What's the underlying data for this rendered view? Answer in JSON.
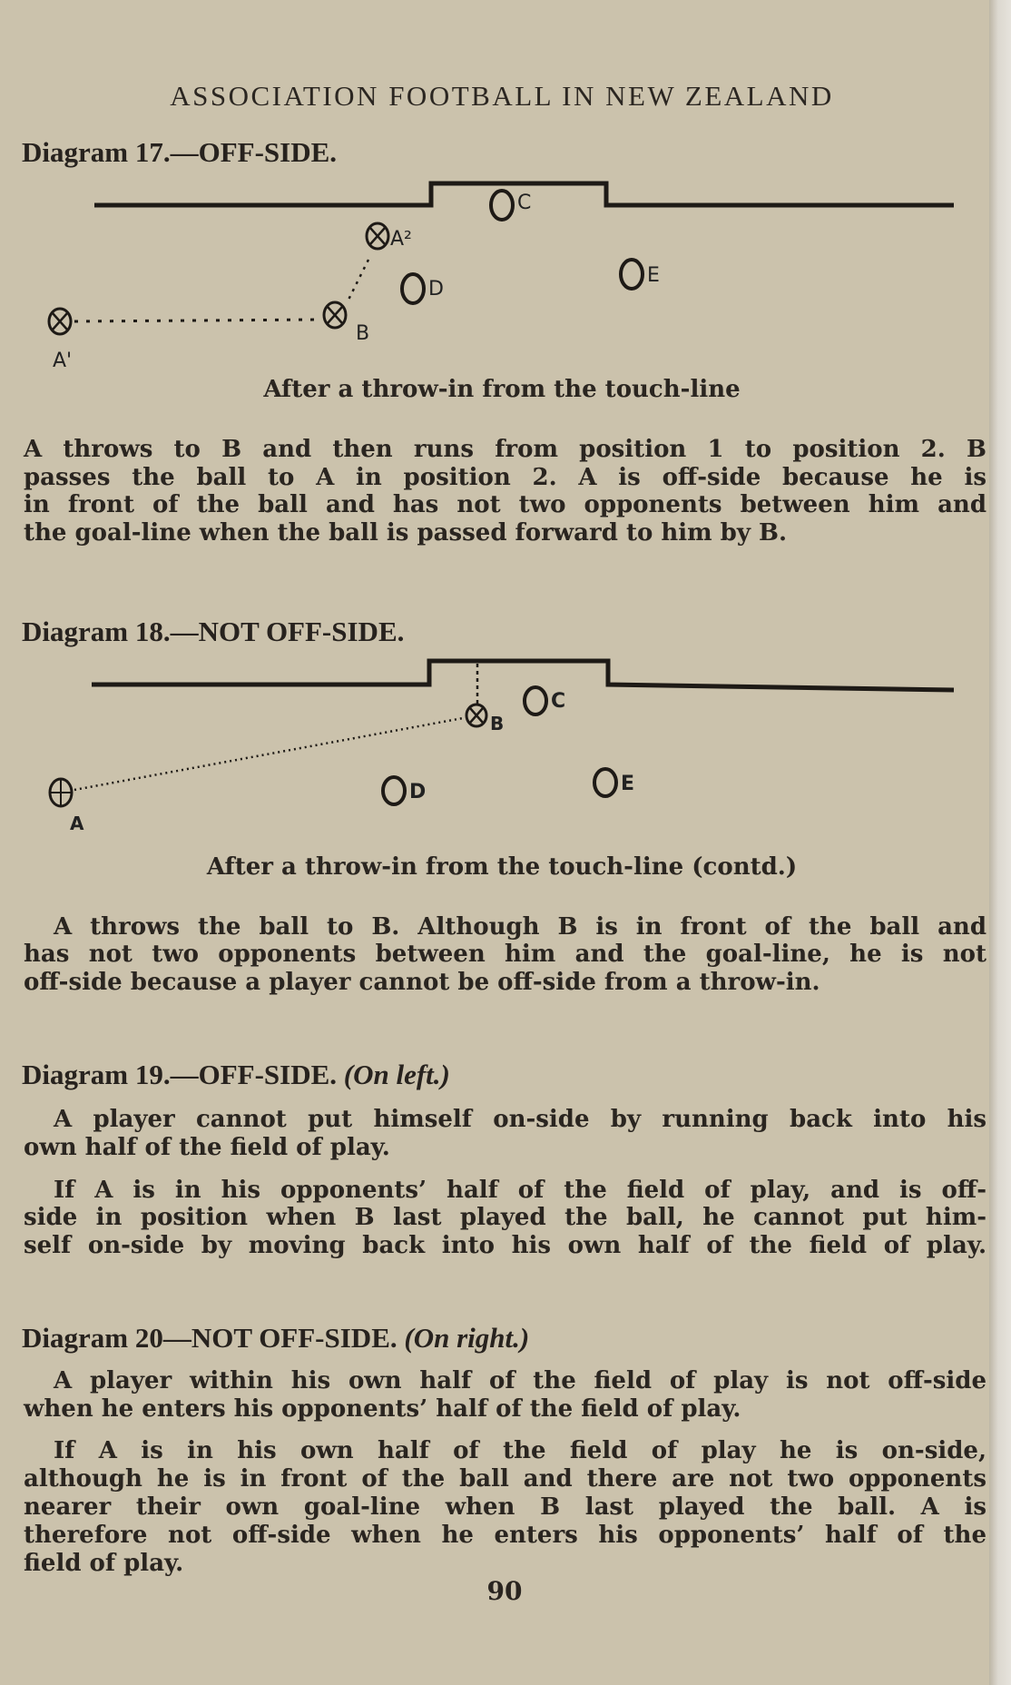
{
  "running_head": "ASSOCIATION FOOTBALL IN NEW ZEALAND",
  "page_number": "90",
  "diagram17": {
    "heading": "Diagram 17.—OFF-SIDE.",
    "labels": {
      "a1": "A'",
      "a2": "A²",
      "b": "B",
      "c": "C",
      "d": "D",
      "e": "E"
    },
    "caption": "After a throw-in from the touch-line",
    "text_lines": [
      "A throws to B and then runs from position 1 to position 2.  B",
      "passes the ball to A in position 2.  A is off-side because he is",
      "in front of the ball and has not two opponents between him and",
      "the goal-line when the ball is passed forward to him by B."
    ]
  },
  "diagram18": {
    "heading": "Diagram 18.—NOT OFF-SIDE.",
    "labels": {
      "a": "A",
      "b": "B",
      "c": "C",
      "d": "D",
      "e": "E"
    },
    "caption": "After a throw-in from the touch-line (contd.)",
    "text_lines": [
      "A throws the ball to B.  Although B is in front of the ball and",
      "has not two opponents between him and the goal-line, he is not",
      "off-side because a player cannot be off-side from a throw-in."
    ]
  },
  "diagram19": {
    "heading": "Diagram 19.—OFF-SIDE.",
    "heading_note": "(On left.)",
    "para1_lines": [
      "A player cannot put himself on-side by running back into his",
      "own half of the field of play."
    ],
    "para2_lines": [
      "If A is in his opponents’ half of the field of play, and is off-",
      "side in position when B last played the ball, he cannot put him-",
      "self on-side by moving back into his own half of the field of play."
    ]
  },
  "diagram20": {
    "heading": "Diagram 20—NOT OFF-SIDE.",
    "heading_note": "(On right.)",
    "para1_lines": [
      "A player within his own half of the field of play is not off-side",
      "when he enters his opponents’ half of the field of play."
    ],
    "para2_lines": [
      "If A is in his own half of the field of play he is on-side,",
      "although he is in front of the ball and there are not two opponents",
      "nearer their own goal-line when B last played the ball.  A is",
      "therefore not off-side when he enters his opponents’ half of the",
      "field of play."
    ]
  }
}
